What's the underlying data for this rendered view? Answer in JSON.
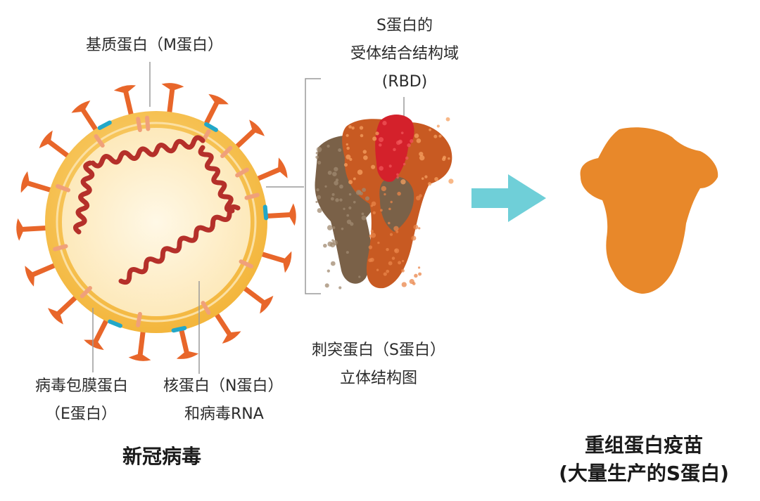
{
  "labels": {
    "m_protein": "基质蛋白（M蛋白）",
    "rbd_line1": "S蛋白的",
    "rbd_line2": "受体结合结构域",
    "rbd_line3": "(RBD)",
    "e_protein_line1": "病毒包膜蛋白",
    "e_protein_line2": "（E蛋白）",
    "n_protein_line1": "核蛋白（N蛋白）",
    "n_protein_line2": "和病毒RNA",
    "s_protein_line1": "刺突蛋白（S蛋白）",
    "s_protein_line2": "立体结构图"
  },
  "captions": {
    "virus": "新冠病毒",
    "vaccine_line1": "重组蛋白疫苗",
    "vaccine_line2": "(大量生产的S蛋白)"
  },
  "colors": {
    "envelope": "#f7c452",
    "interior": "#fdf0cf",
    "spike": "#e8662a",
    "m_protein": "#f0a07a",
    "e_protein": "#22a7c8",
    "rna": "#b5302a",
    "s_protein_brown": "#7a6148",
    "s_protein_orange": "#c85a22",
    "rbd": "#d4212b",
    "arrow": "#6fcfd8",
    "vaccine": "#e8882a",
    "leader": "#9a9a9a"
  }
}
